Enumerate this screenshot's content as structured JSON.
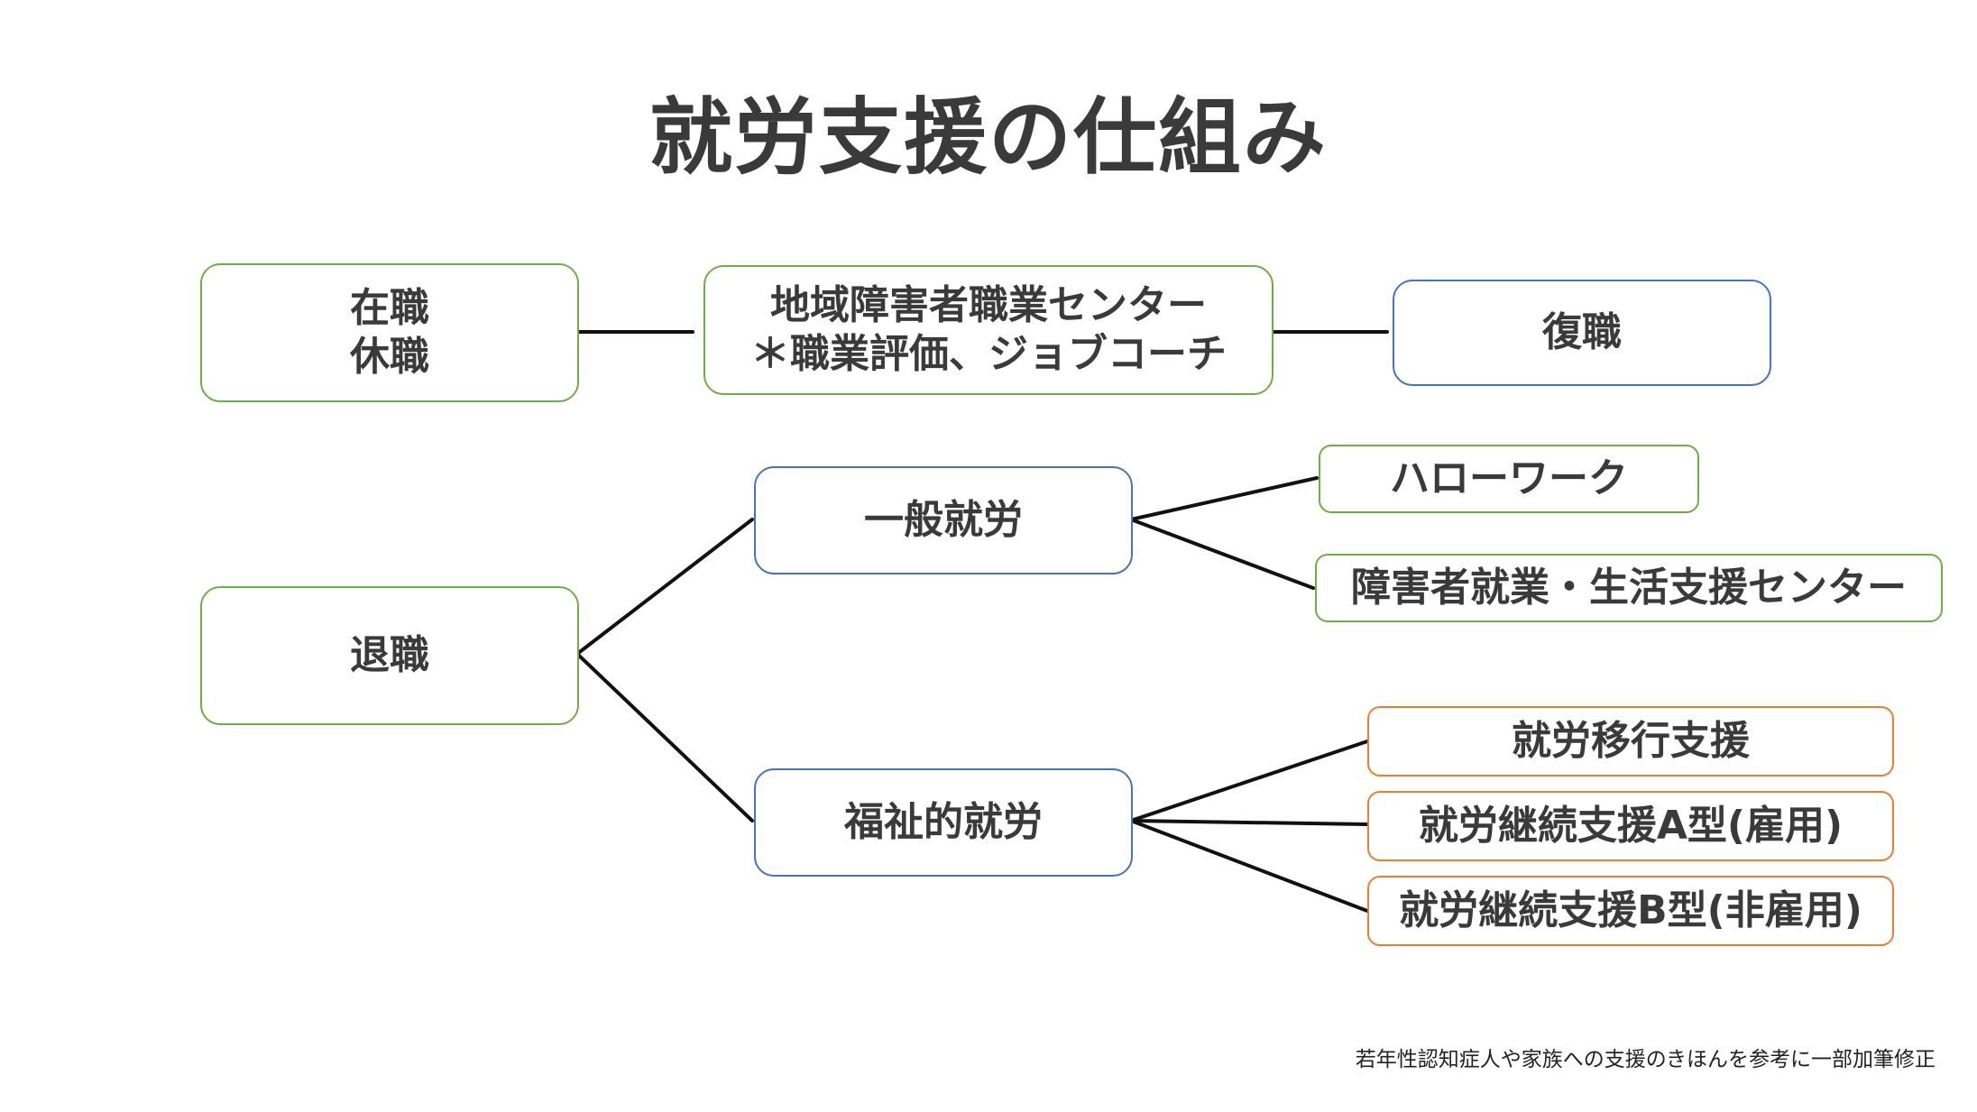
{
  "title": "就労支援の仕組み",
  "nodes": {
    "employed": {
      "line1": "在職",
      "line2": "休職"
    },
    "center": {
      "line1": "地域障害者職業センター",
      "line2": "＊職業評価、ジョブコーチ"
    },
    "return": {
      "label": "復職"
    },
    "retired": {
      "label": "退職"
    },
    "general": {
      "label": "一般就労"
    },
    "welfare": {
      "label": "福祉的就労"
    },
    "hellowork": {
      "label": "ハローワーク"
    },
    "support_center": {
      "label": "障害者就業・生活支援センター"
    },
    "transition": {
      "label": "就労移行支援"
    },
    "type_a": {
      "label": "就労継続支援A型(雇用)"
    },
    "type_b": {
      "label": "就労継続支援B型(非雇用)"
    }
  },
  "footnote": "若年性認知症人や家族への支援のきほんを参考に一部加筆修正",
  "colors": {
    "green": "#70ad47",
    "blue": "#4472c4",
    "orange": "#ed7d31",
    "line": "#111111",
    "text": "#3a3a3a"
  }
}
